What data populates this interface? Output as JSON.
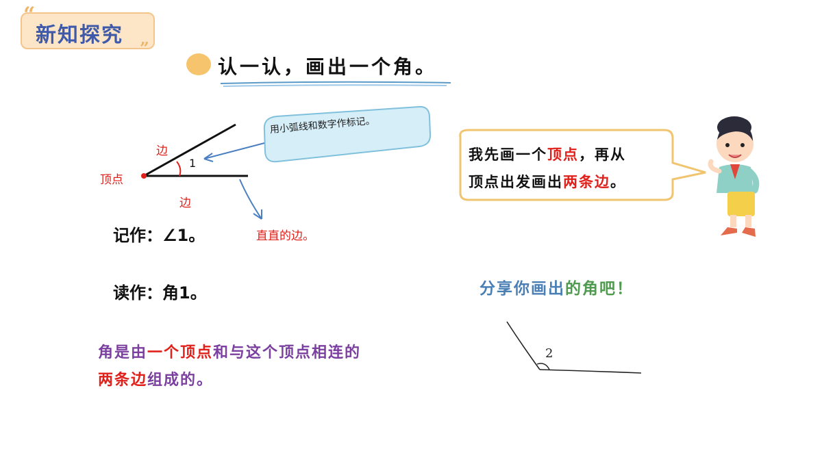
{
  "badge": {
    "title": "新知探究"
  },
  "section": {
    "heading": "认一认，画出一个角。"
  },
  "diagram": {
    "vertex_label": "顶点",
    "side_top_label": "边",
    "side_bottom_label": "边",
    "angle_number": "1",
    "callout_arc_note": "用小弧线和数字作标记。",
    "straight_side_note": "直直的边。"
  },
  "notation": {
    "write_as": "记作：∠1。",
    "read_as": "读作：角1。"
  },
  "speech_bubble": {
    "line1_prefix": "我先画一个",
    "line1_highlight": "顶点",
    "line1_suffix": "，再从",
    "line2_prefix": "顶点出发画出",
    "line2_highlight": "两条边",
    "line2_suffix": "。"
  },
  "definition": {
    "part1": "角是由",
    "part2_highlight": "一个顶点",
    "part3": "和与这个顶点相连的",
    "part4_highlight": "两条边",
    "part5": "组成的。"
  },
  "share": {
    "part1": "分享你画出",
    "part2": "的角吧！",
    "color1": "#4a7fb5",
    "color2": "#4f9a4f"
  },
  "drawn_angle": {
    "number": "2"
  },
  "colors": {
    "highlight_red": "#e0201a",
    "definition_purple": "#7b3fa0",
    "badge_blue": "#3f5aa8"
  }
}
